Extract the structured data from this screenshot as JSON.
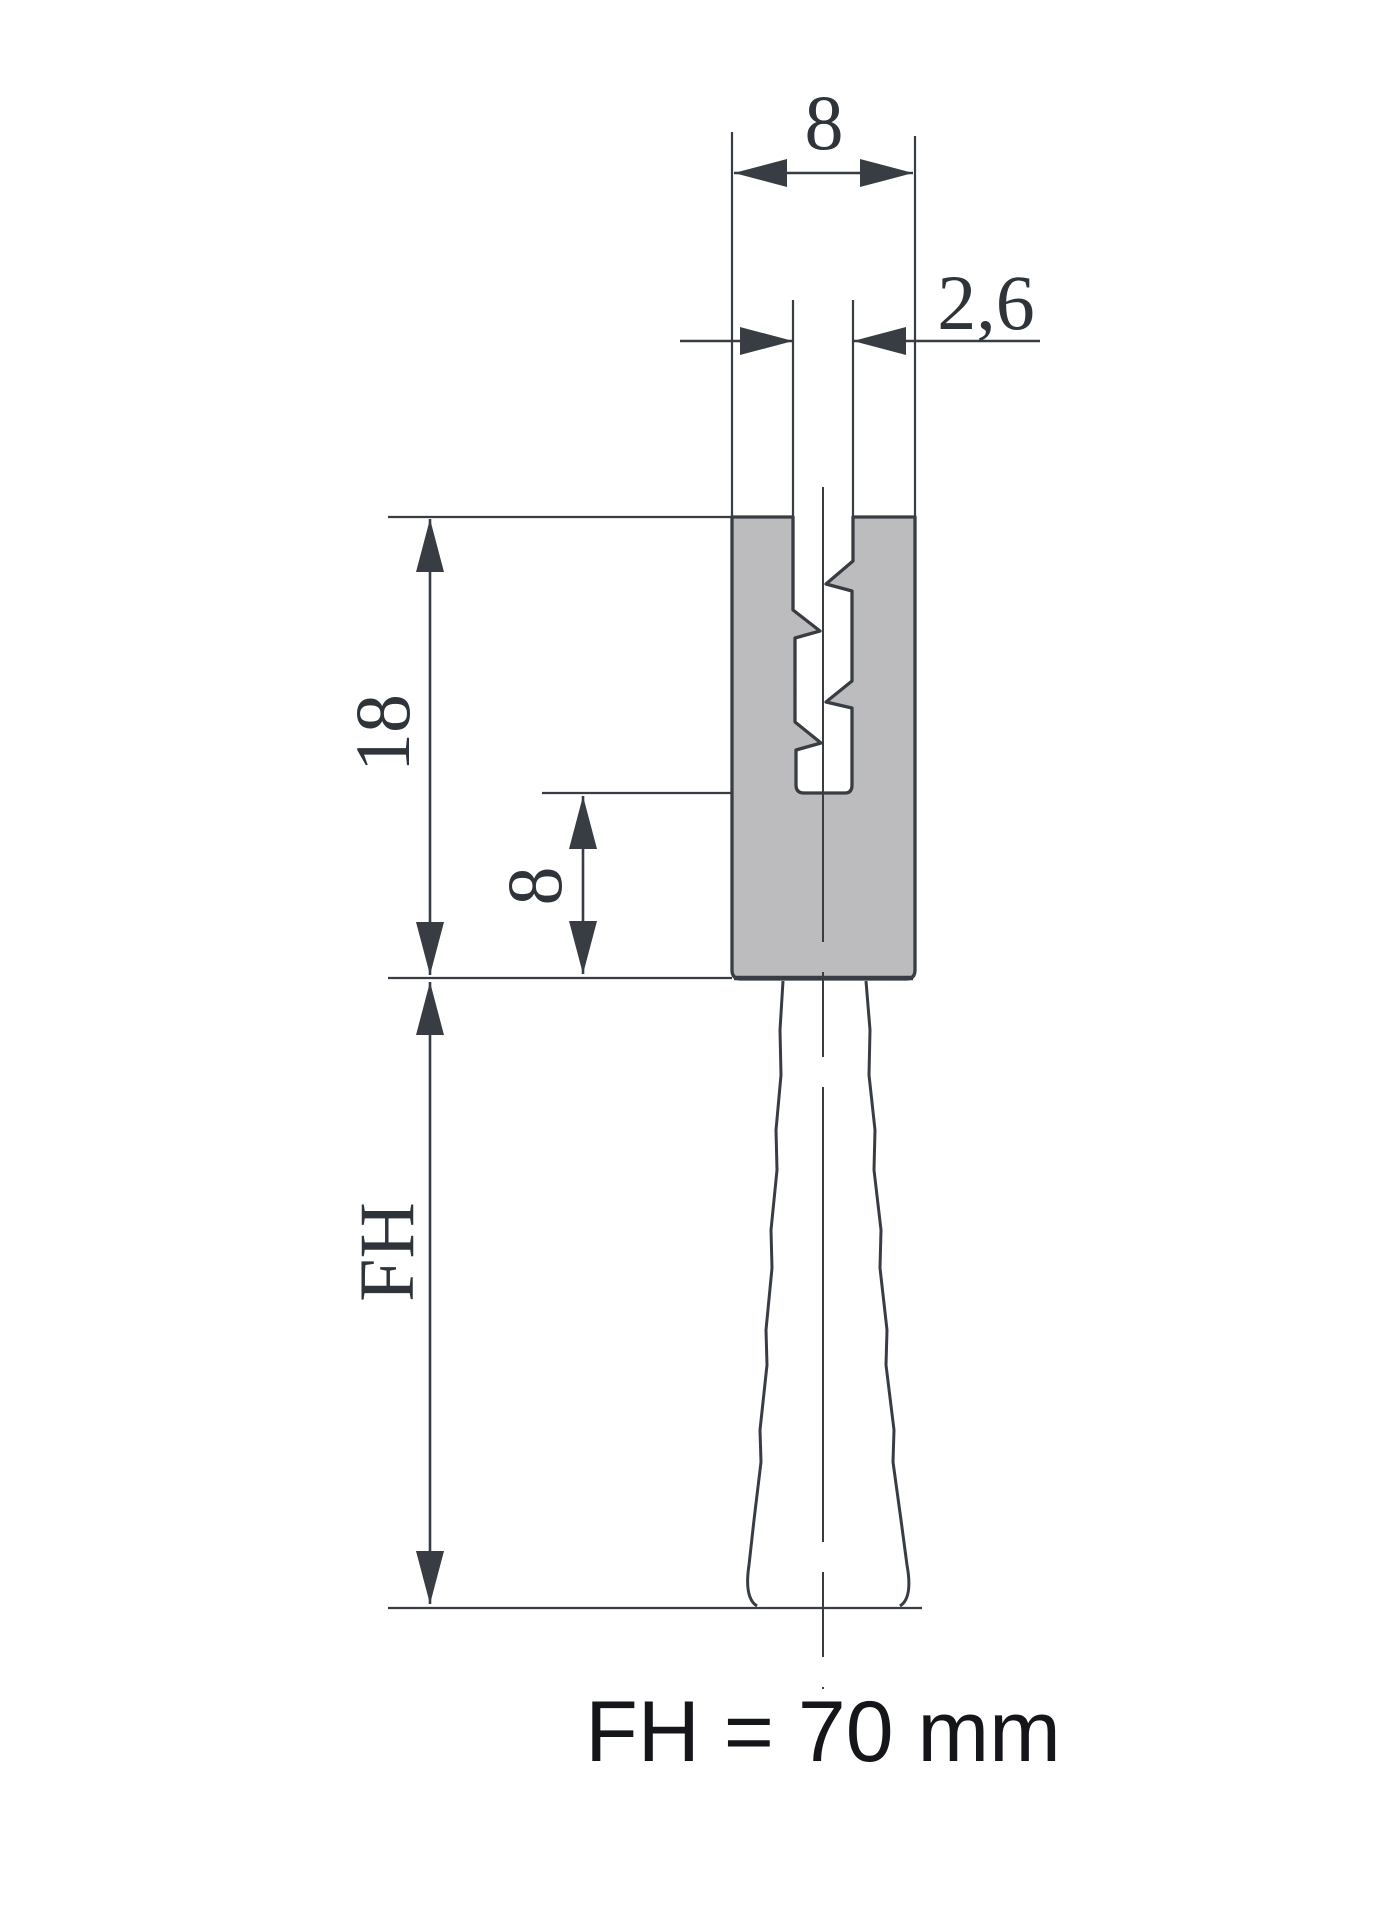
{
  "drawing": {
    "type": "technical-dimension-drawing",
    "subject": "strip brush profile, side section view",
    "dimensions": {
      "top_width": "8",
      "slot_width": "2,6",
      "profile_height": "18",
      "clamp_depth": "8",
      "bristle_height": "FH"
    },
    "formula": "FH = 70 mm",
    "units": "mm",
    "colors": {
      "line": "#383c43",
      "profile_fill": "#bcbcbe",
      "dimension_text": "#2f343b",
      "formula_text": "#14161a",
      "background": "#ffffff"
    }
  }
}
